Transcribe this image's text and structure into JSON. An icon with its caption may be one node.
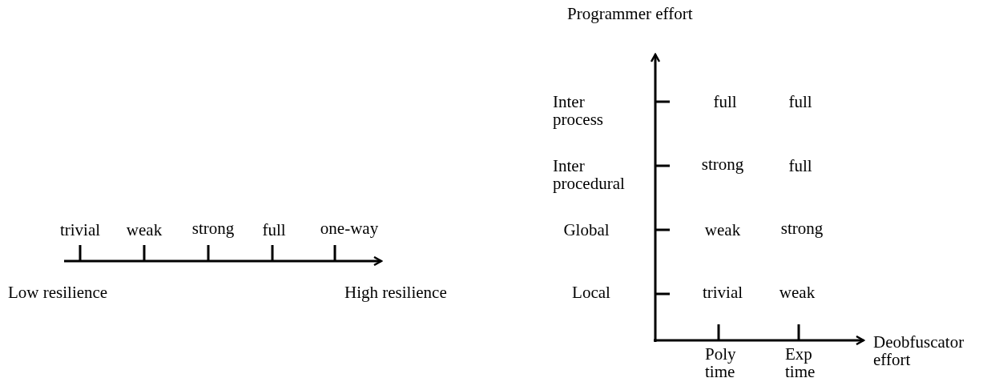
{
  "diagram": {
    "labels": [
      "trivial",
      "weak",
      "strong",
      "full",
      "one-way",
      "Low resilience",
      "High resilience",
      "Programmer effort",
      "Inter process",
      "full",
      "full",
      "Inter procedural",
      "strong",
      "full",
      "Global",
      "weak",
      "strong",
      "Local",
      "trivial",
      "weak",
      "Deobfuscator effort",
      "Poly time",
      "Exp time"
    ]
  }
}
